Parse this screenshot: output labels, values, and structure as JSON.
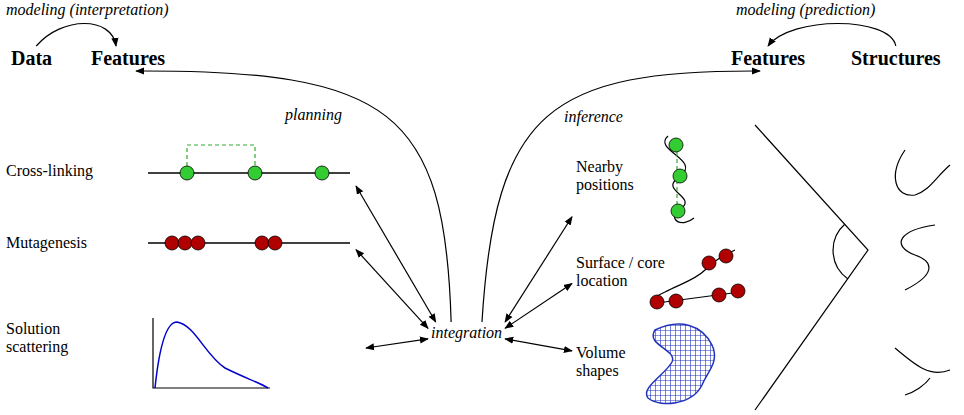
{
  "diagram": {
    "nodes": [
      {
        "text": [
          "Data"
        ]
      },
      {
        "text": [
          "Features"
        ]
      },
      {
        "text": [
          "Features"
        ]
      },
      {
        "text": [
          "Structures"
        ]
      },
      {
        "text": [
          "Cross-linking"
        ]
      },
      {
        "text": [
          "Mutagenesis"
        ]
      },
      {
        "text": [
          "Solution scattering"
        ]
      },
      {
        "text": [
          "integration"
        ]
      },
      {
        "text": [
          "Nearby positions"
        ]
      },
      {
        "text": [
          "Surface / core location"
        ]
      },
      {
        "text": [
          "Volume shapes"
        ]
      }
    ],
    "edges": [
      {
        "from": 0,
        "to": 1,
        "arrow": "to",
        "label": "modeling (interpretation)"
      },
      {
        "from": 3,
        "to": 2,
        "arrow": "to",
        "label": "modeling (prediction)"
      },
      {
        "from": 7,
        "to": 1,
        "arrow": "to",
        "label": "planning"
      },
      {
        "from": 7,
        "to": 2,
        "arrow": "to",
        "label": "inference"
      },
      {
        "from": 7,
        "to": 4,
        "arrow": "both"
      },
      {
        "from": 7,
        "to": 5,
        "arrow": "both"
      },
      {
        "from": 7,
        "to": 6,
        "arrow": "both"
      },
      {
        "from": 7,
        "to": 8,
        "arrow": "both"
      },
      {
        "from": 7,
        "to": 9,
        "arrow": "both"
      },
      {
        "from": 7,
        "to": 10,
        "arrow": "both"
      }
    ]
  }
}
